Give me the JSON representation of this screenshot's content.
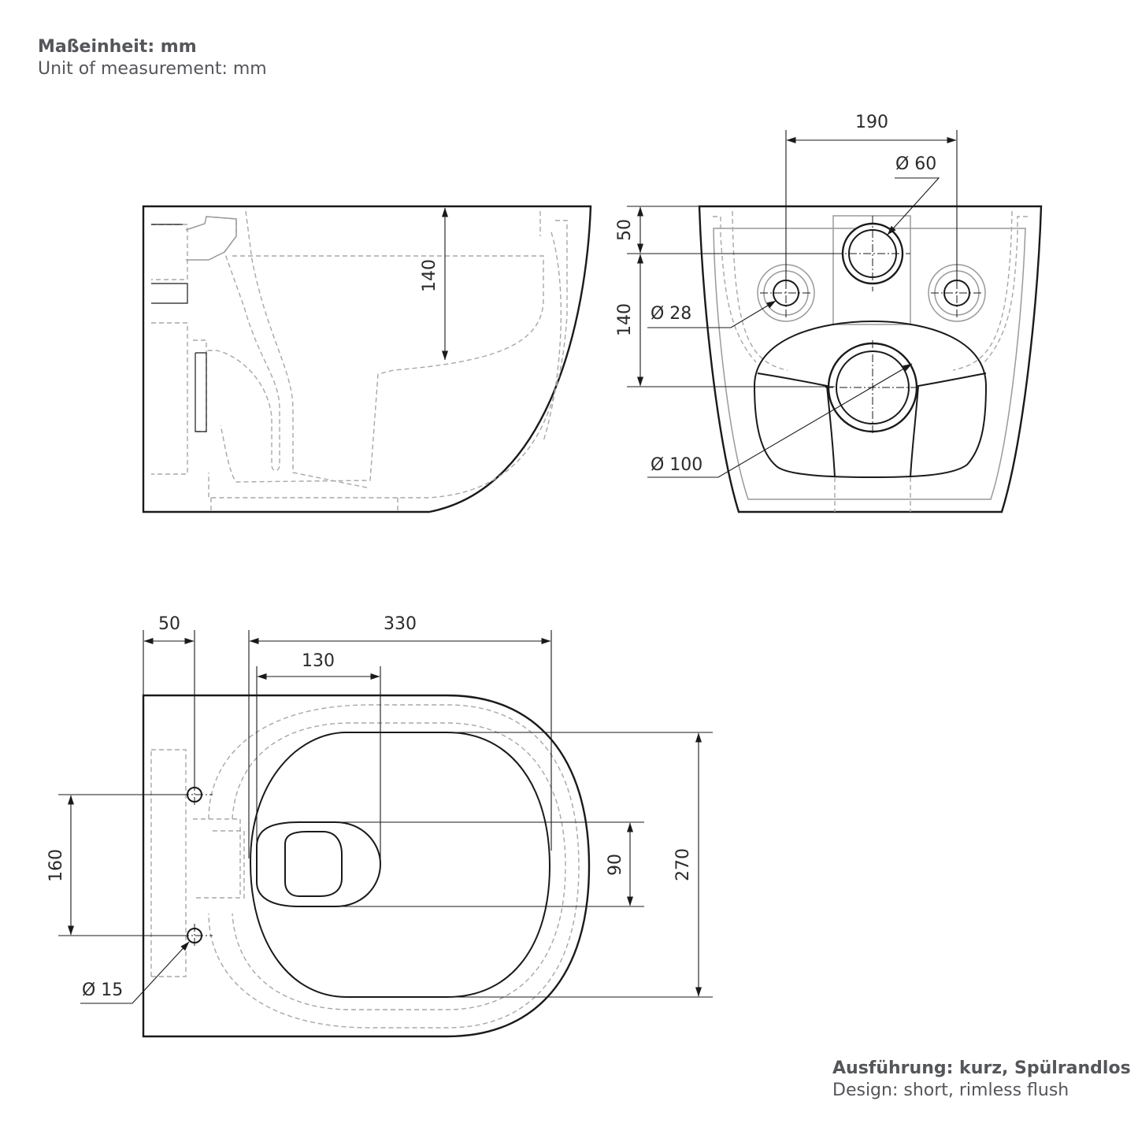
{
  "header": {
    "unit_de": "Maßeinheit: mm",
    "unit_en": "Unit of measurement: mm"
  },
  "footer": {
    "design_de": "Ausführung: kurz, Spülrandlos",
    "design_en": "Design: short, rimless flush"
  },
  "dimensions": {
    "side_bowl_depth": "140",
    "rear_outlet_spacing": "190",
    "rear_flush_inlet_diameter": "Ø 60",
    "rear_top_offset": "50",
    "rear_inlet_to_outlet": "140",
    "rear_bolt_hole_diameter": "Ø 28",
    "rear_outlet_diameter": "Ø 100",
    "top_bolt_offset": "50",
    "top_bowl_length": "330",
    "top_drain_position": "130",
    "top_bolt_spacing": "160",
    "top_drain_width": "90",
    "top_bowl_width": "270",
    "top_fixing_hole_diameter": "Ø 15"
  },
  "icons": {
    "side_view": "toilet-side-view-drawing",
    "rear_view": "toilet-rear-view-drawing",
    "top_view": "toilet-top-view-drawing"
  },
  "colors": {
    "outline": "#1a1a1a",
    "hidden_lines": "#a7a7a7",
    "text": "#55565a"
  }
}
